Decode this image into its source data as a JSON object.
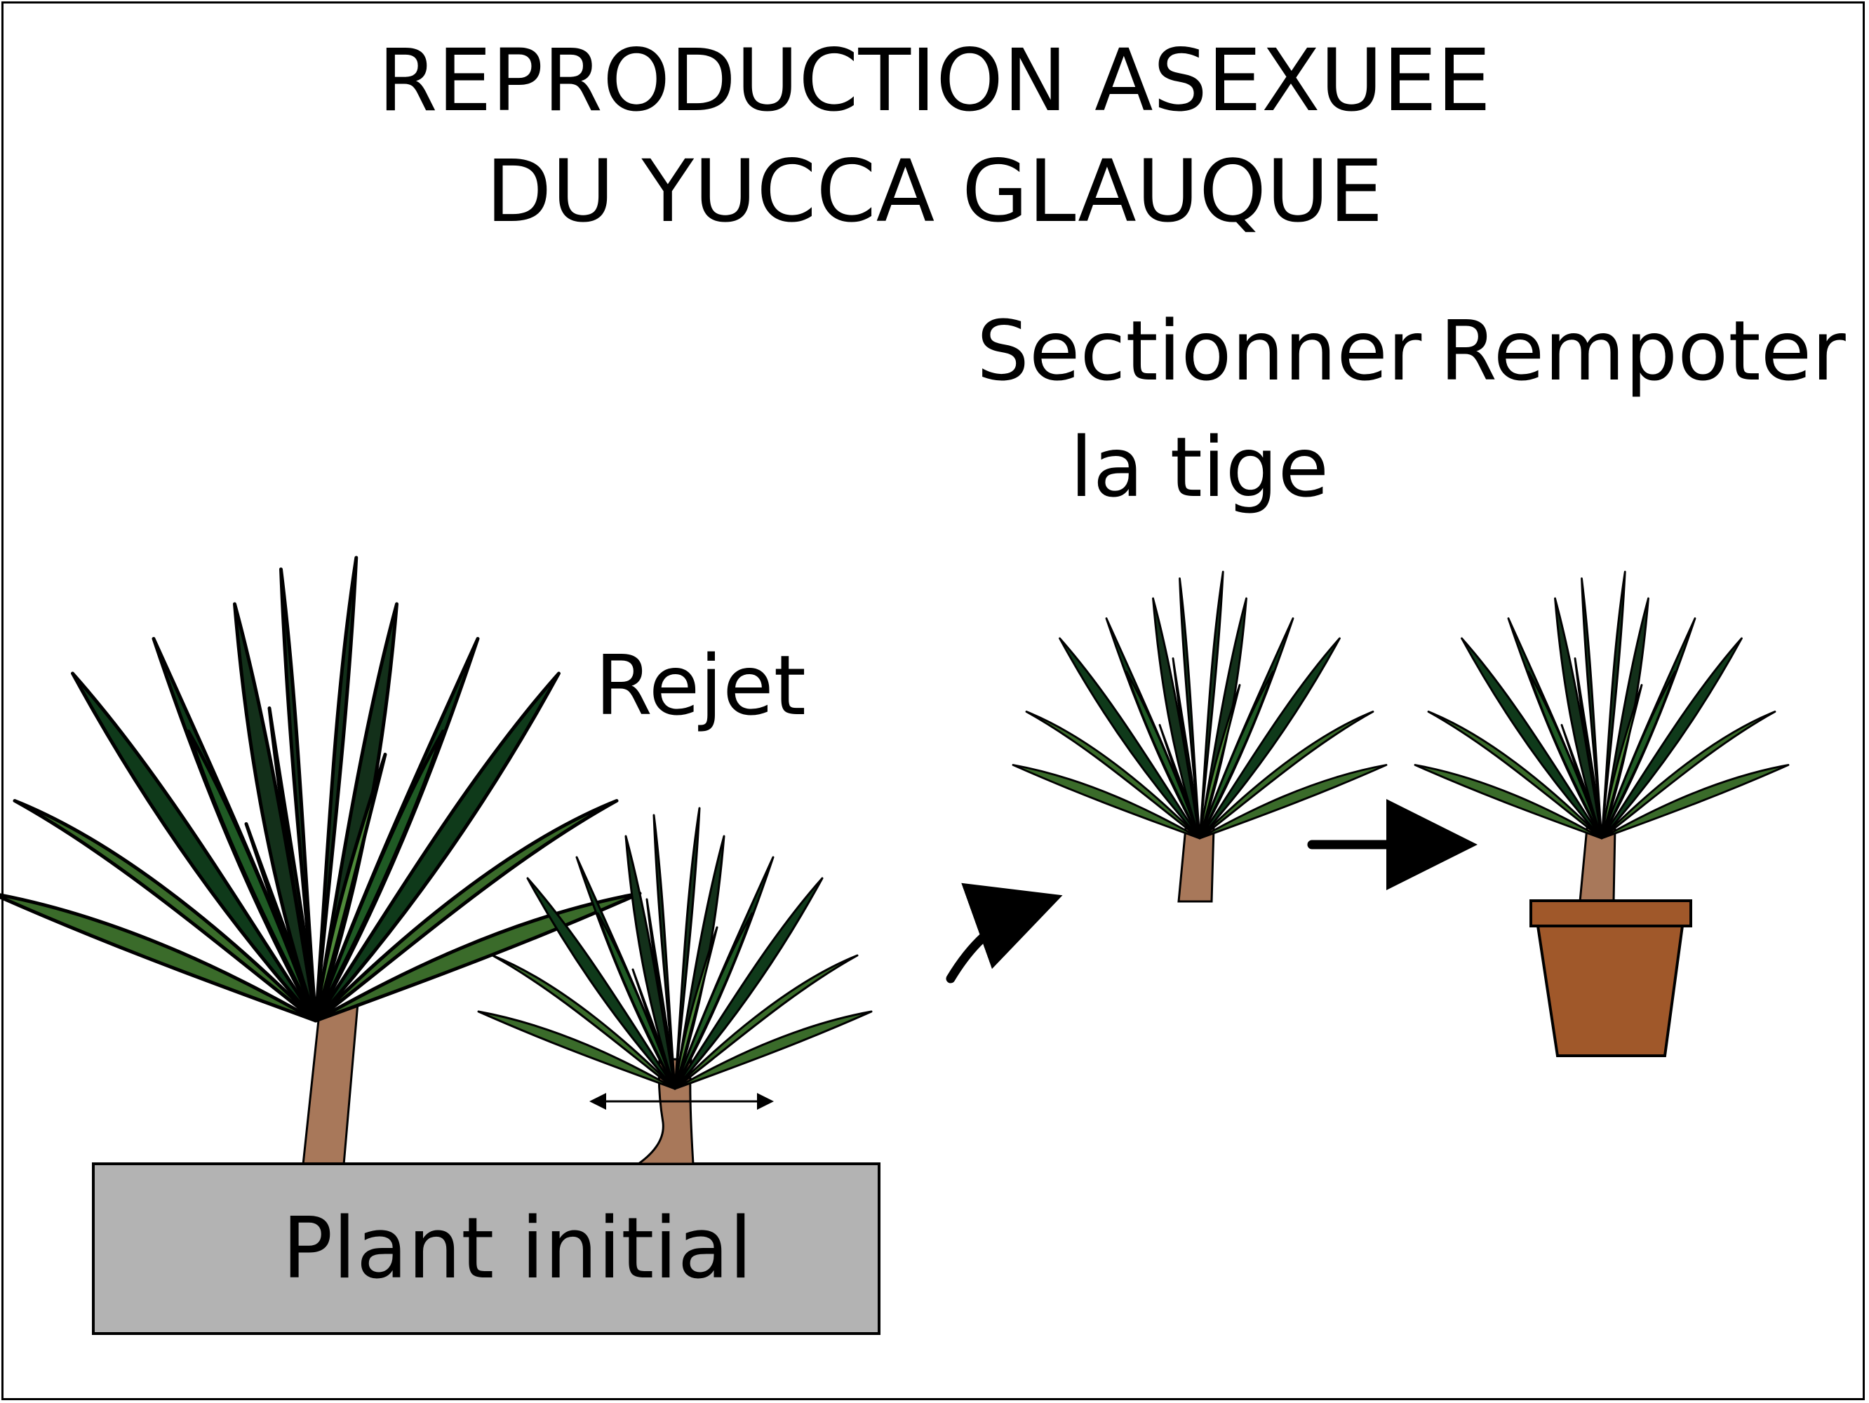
{
  "title": {
    "line1": "REPRODUCTION ASEXUEE",
    "line2": "DU YUCCA GLAUQUE"
  },
  "labels": {
    "offshoot": "Rejet",
    "initial_plant": "Plant initial",
    "cut_line1": "Sectionner",
    "cut_line2": "la tige",
    "repot": "Rempoter"
  },
  "colors": {
    "leaf_darkest": "#13301a",
    "leaf_dark": "#0f3a1a",
    "leaf_mid": "#1f5a24",
    "leaf_side": "#3a6b2a",
    "leaf_light": "#4f8a3a",
    "trunk": "#a8785a",
    "soil_box": "#b3b3b3",
    "pot": "#a0582a",
    "outline": "#000000"
  }
}
